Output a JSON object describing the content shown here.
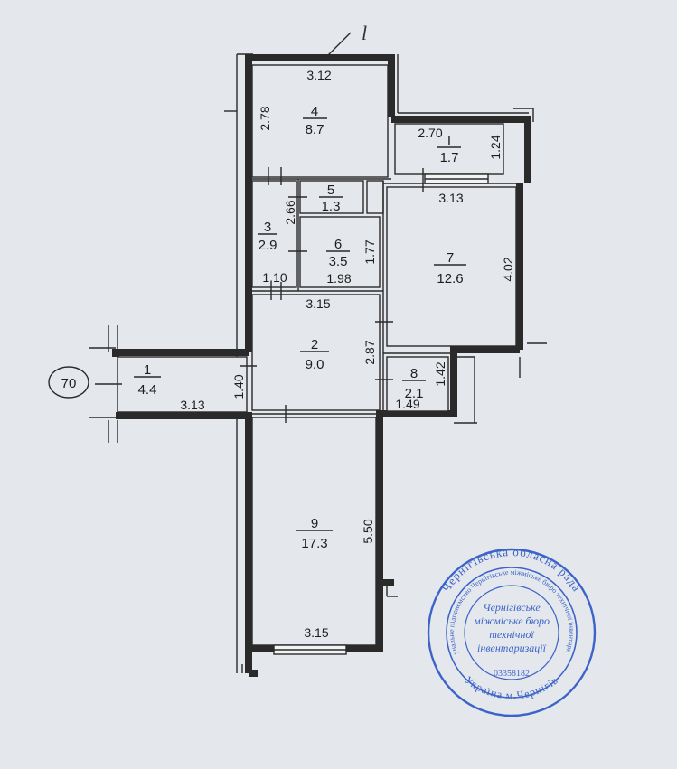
{
  "sheet_number": "70",
  "handwritten_mark": "l",
  "rooms": [
    {
      "id": "1",
      "area": "4.4"
    },
    {
      "id": "2",
      "area": "9.0"
    },
    {
      "id": "3",
      "area": "2.9"
    },
    {
      "id": "4",
      "area": "8.7"
    },
    {
      "id": "5",
      "area": "1.3"
    },
    {
      "id": "6",
      "area": "3.5"
    },
    {
      "id": "7",
      "area": "12.6"
    },
    {
      "id": "8",
      "area": "2.1"
    },
    {
      "id": "9",
      "area": "17.3"
    },
    {
      "id": "I",
      "area": "1.7"
    }
  ],
  "dimensions": {
    "r4_top": "3.12",
    "r4_left": "2.78",
    "rI_top": "2.70",
    "rI_right": "1.24",
    "r7_top": "3.13",
    "r7_right": "4.02",
    "r5_left": "2.66",
    "r6_right": "1.77",
    "r6_bottom": "1.98",
    "r3_bottom": "1.10",
    "r2_top": "3.15",
    "r2_right": "2.87",
    "r1_right": "1.40",
    "r1_bottom": "3.13",
    "r8_right": "1.42",
    "r8_bottom": "1.49",
    "r9_right": "5.50",
    "r9_bottom": "3.15"
  },
  "stamp": {
    "outer_ring": "Чернігівська обласна рада",
    "inner_ring": "Комунальне підприємство Чернігівське міжміське бюро технічної інвентаризації",
    "bottom_ring": "Україна м.Чернігів",
    "center_line1": "Чернігівське",
    "center_line2": "міжміське бюро",
    "center_line3": "технічної",
    "center_line4": "інвентаризації",
    "code": "03358182",
    "color": "#3c63c9"
  }
}
